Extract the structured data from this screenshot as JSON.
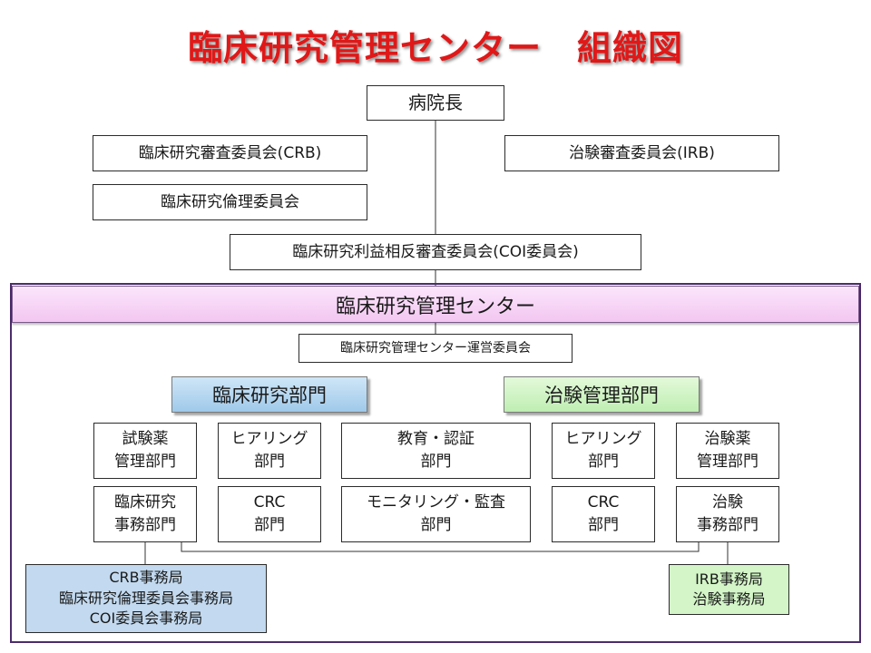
{
  "title": "臨床研究管理センター　組織図",
  "director": "病院長",
  "committees": {
    "crb": "臨床研究審査委員会(CRB)",
    "irb": "治験審査委員会(IRB)",
    "ethics": "臨床研究倫理委員会",
    "coi": "臨床研究利益相反審査委員会(COI委員会)"
  },
  "center": {
    "name": "臨床研究管理センター",
    "steering": "臨床研究管理センター運営委員会"
  },
  "departments": {
    "clinical": "臨床研究部門",
    "trial": "治験管理部門"
  },
  "units": {
    "drug_clinical": "試験薬\n管理部門",
    "hearing_left": "ヒアリング\n部門",
    "education": "教育・認証\n部門",
    "hearing_right": "ヒアリング\n部門",
    "drug_trial": "治験薬\n管理部門",
    "office_clinical": "臨床研究\n事務部門",
    "crc_left": "CRC\n部門",
    "monitoring": "モニタリング・監査\n部門",
    "crc_right": "CRC\n部門",
    "office_trial": "治験\n事務部門"
  },
  "offices": {
    "left": "CRB事務局\n臨床研究倫理委員会事務局\nCOI委員会事務局",
    "right": "IRB事務局\n治験事務局"
  },
  "colors": {
    "title": "#e01818",
    "frame": "#4b2c6b",
    "center_header": "#f3c6f1",
    "dept_clinical": "#9fc9ea",
    "dept_trial": "#bfeeb2",
    "office_left": "#c2d9ef",
    "office_right": "#d3f5c7"
  }
}
